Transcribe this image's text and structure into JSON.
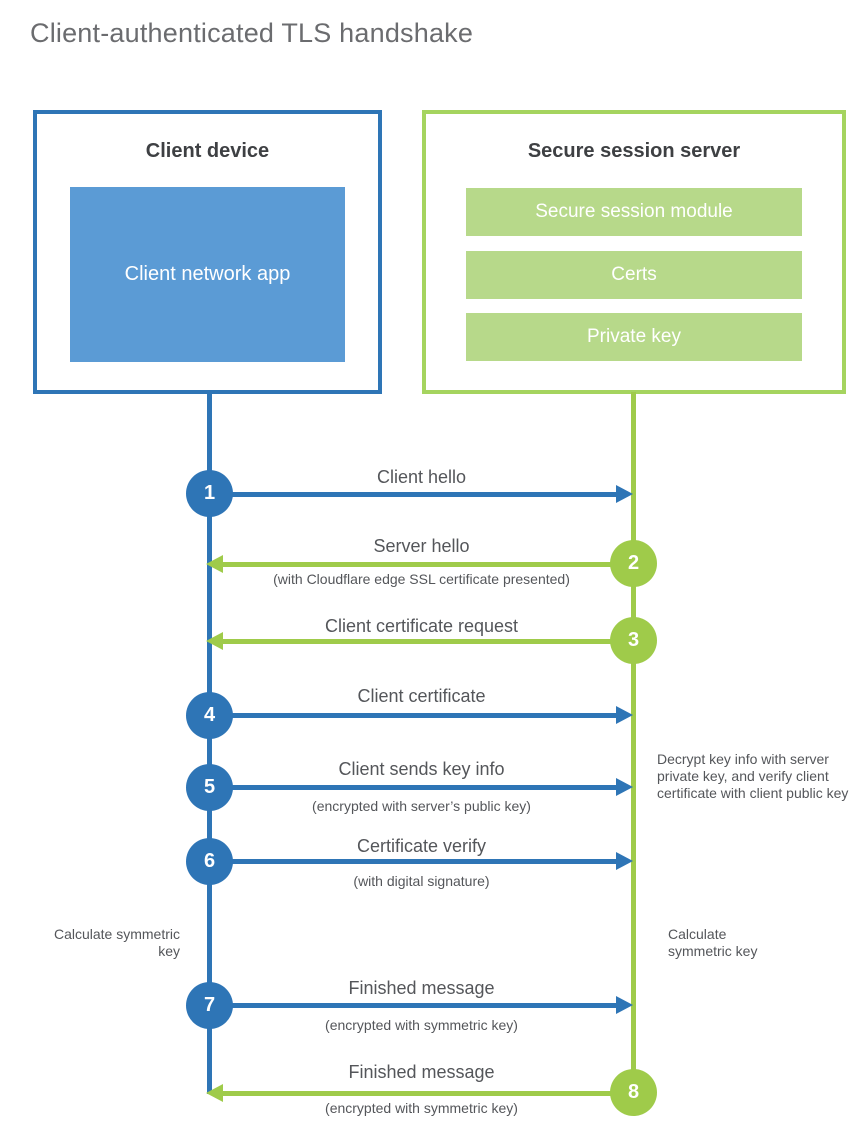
{
  "title": "Client-authenticated TLS handshake",
  "client_box": {
    "title": "Client device",
    "app_label": "Client network app"
  },
  "server_box": {
    "title": "Secure session server",
    "modules": [
      "Secure session module",
      "Certs",
      "Private key"
    ]
  },
  "steps": [
    {
      "num": "1",
      "direction": "right",
      "from": "client",
      "to": "server",
      "label": "Client hello",
      "sublabel": ""
    },
    {
      "num": "2",
      "direction": "left",
      "from": "server",
      "to": "client",
      "label": "Server hello",
      "sublabel": "(with Cloudflare edge SSL certificate presented)"
    },
    {
      "num": "3",
      "direction": "left",
      "from": "server",
      "to": "client",
      "label": "Client certificate request",
      "sublabel": ""
    },
    {
      "num": "4",
      "direction": "right",
      "from": "client",
      "to": "server",
      "label": "Client certificate",
      "sublabel": ""
    },
    {
      "num": "5",
      "direction": "right",
      "from": "client",
      "to": "server",
      "label": "Client sends key info",
      "sublabel": "(encrypted with server’s public key)"
    },
    {
      "num": "6",
      "direction": "right",
      "from": "client",
      "to": "server",
      "label": "Certificate verify",
      "sublabel": "(with digital signature)"
    },
    {
      "num": "7",
      "direction": "right",
      "from": "client",
      "to": "server",
      "label": "Finished message",
      "sublabel": "(encrypted with symmetric key)"
    },
    {
      "num": "8",
      "direction": "left",
      "from": "server",
      "to": "client",
      "label": "Finished message",
      "sublabel": "(encrypted with symmetric key)"
    }
  ],
  "notes": {
    "decrypt": "Decrypt key info with server private key, and verify client certificate with client public key",
    "calc_symmetric_left": "Calculate symmetric key",
    "calc_symmetric_right": "Calculate symmetric key"
  },
  "colors": {
    "blue": "#2e75b6",
    "blue_fill": "#5b9bd5",
    "green": "#9fcb4a",
    "green_border": "#a5d45f",
    "green_fill": "#b7d98a",
    "label_text": "#54565a",
    "title_text": "#6b6c6f"
  }
}
